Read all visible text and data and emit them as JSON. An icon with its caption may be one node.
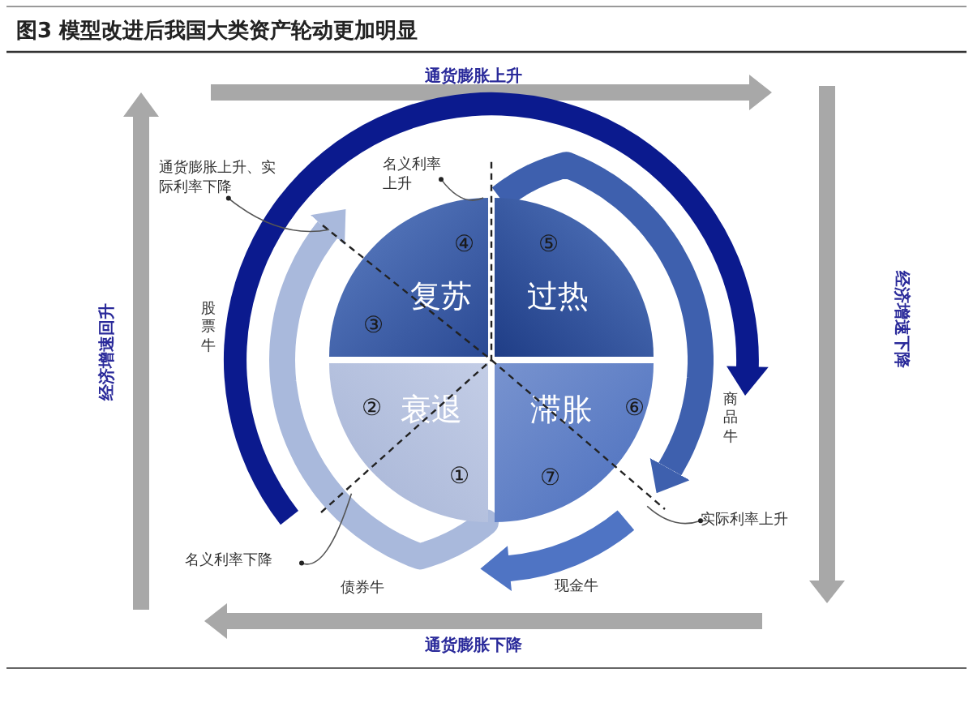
{
  "diagram": {
    "title": "图3  模型改进后我国大类资产轮动更加明显",
    "nodes": [
      {
        "text": [
          "④",
          "复苏",
          "③"
        ]
      },
      {
        "text": [
          "⑤",
          "过热"
        ]
      },
      {
        "text": [
          "②",
          "衰退",
          "①"
        ]
      },
      {
        "text": [
          "滞胀",
          "⑥",
          "⑦"
        ]
      },
      {
        "text": [
          "通货膨胀上升、实际利率下降"
        ]
      },
      {
        "text": [
          "名义利率上升"
        ]
      },
      {
        "text": [
          "名义利率下降"
        ]
      },
      {
        "text": [
          "实际利率上升"
        ]
      },
      {
        "text": [],
        "shape": "arrow"
      },
      {
        "text": [],
        "shape": "arrow"
      }
    ],
    "edges": [
      {
        "from": 4,
        "to": 0,
        "arrow": "other"
      },
      {
        "from": 5,
        "to": 0,
        "arrow": "other"
      },
      {
        "from": 6,
        "to": 2,
        "arrow": "other"
      },
      {
        "from": 7,
        "to": 3,
        "arrow": "other"
      },
      {
        "from": 1,
        "to": 3,
        "arrow": "to",
        "style": "thick",
        "color": "#3e60ae"
      },
      {
        "from": 2,
        "to": 0,
        "arrow": "to",
        "style": "thick",
        "color": "#a9b9dc"
      }
    ],
    "labels": [
      "通货膨胀上升",
      "经济增速回升",
      "股票牛",
      "经济增速下降",
      "商品牛",
      "现金牛",
      "债券牛",
      "通货膨胀下降"
    ]
  }
}
